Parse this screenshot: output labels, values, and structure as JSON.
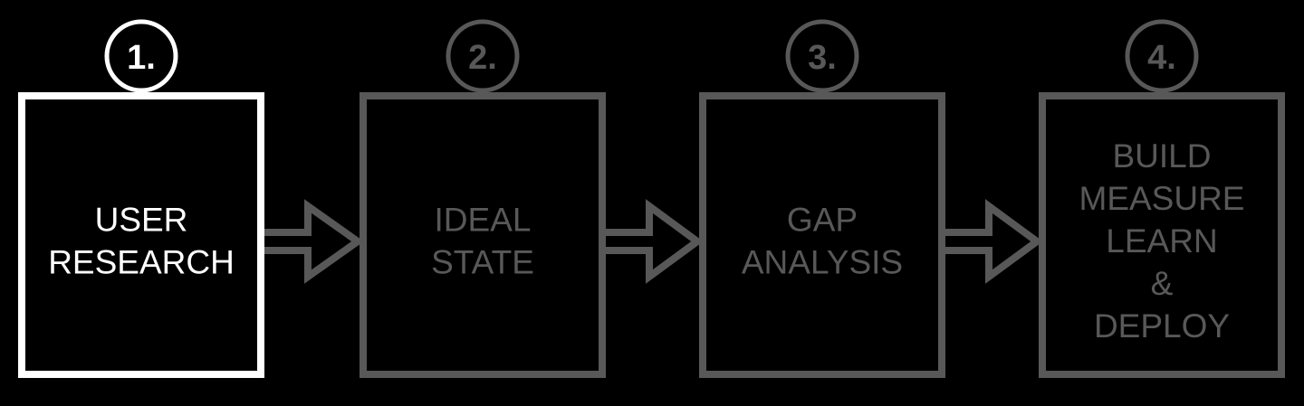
{
  "colors": {
    "active": "#ffffff",
    "inactive": "#585858",
    "background": "#000000"
  },
  "steps": [
    {
      "number": "1.",
      "lines": [
        "USER",
        "RESEARCH"
      ],
      "active": true
    },
    {
      "number": "2.",
      "lines": [
        "IDEAL",
        "STATE"
      ],
      "active": false
    },
    {
      "number": "3.",
      "lines": [
        "GAP",
        "ANALYSIS"
      ],
      "active": false
    },
    {
      "number": "4.",
      "lines": [
        "BUILD",
        "MEASURE",
        "LEARN",
        "&",
        "DEPLOY"
      ],
      "active": false
    }
  ],
  "arrows": [
    {
      "from": 1,
      "to": 2
    },
    {
      "from": 2,
      "to": 3
    },
    {
      "from": 3,
      "to": 4
    }
  ]
}
